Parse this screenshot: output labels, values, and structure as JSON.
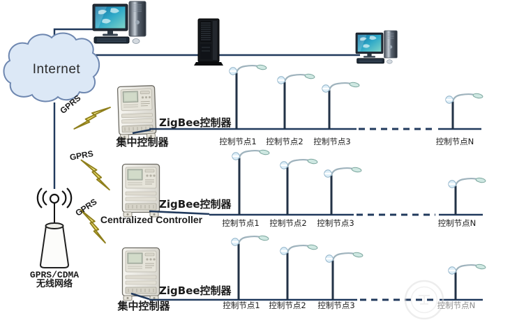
{
  "internet": {
    "label": "Internet"
  },
  "antenna": {
    "label_line1": "GPRS/CDMA",
    "label_line2": "无线网络"
  },
  "gprs_links": [
    {
      "label": "GPRS"
    },
    {
      "label": "GPRS"
    },
    {
      "label": "GPRS"
    }
  ],
  "rows": [
    {
      "controller_label": "集中控制器",
      "zigbee_label": "ZigBee控制器",
      "nodes": [
        "控制节点1",
        "控制节点2",
        "控制节点3",
        "控制节点N"
      ]
    },
    {
      "controller_label": "Centralized Controller",
      "zigbee_label": "ZigBee控制器",
      "nodes": [
        "控制节点1",
        "控制节点2",
        "控制节点3",
        "控制节点N"
      ]
    },
    {
      "controller_label": "集中控制器",
      "zigbee_label": "ZigBee控制器",
      "nodes": [
        "控制节点1",
        "控制节点2",
        "控制节点3",
        "控制节点N"
      ]
    }
  ],
  "colors": {
    "line": "#20395c",
    "cloud_fill": "#dce8f6",
    "cloud_stroke": "#6e87b0",
    "bolt_fill": "#eed93e",
    "bolt_stroke": "#8f7f1c",
    "lamp_head": "#cfe8e2",
    "background": "#ffffff"
  }
}
